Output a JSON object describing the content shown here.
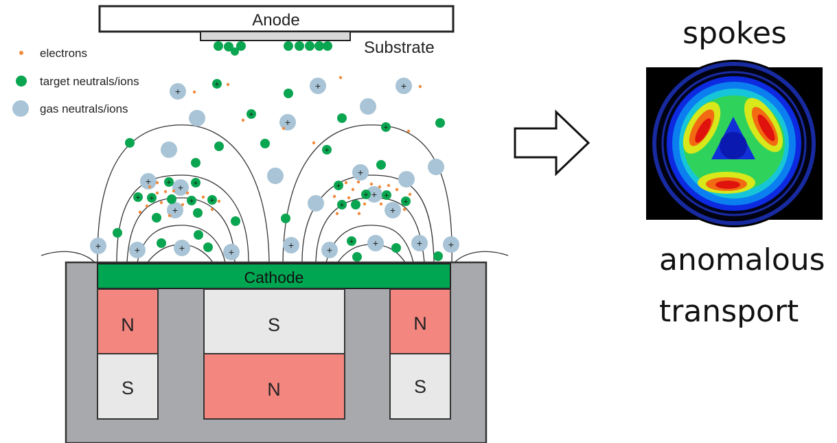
{
  "labels": {
    "anode": "Anode",
    "substrate": "Substrate",
    "cathode": "Cathode",
    "magnet_outer_left_top": "N",
    "magnet_outer_left_bottom": "S",
    "magnet_center_top": "S",
    "magnet_center_bottom": "N",
    "magnet_outer_right_top": "N",
    "magnet_outer_right_bottom": "S",
    "ion_sign": "+"
  },
  "legend": [
    {
      "key": "electrons",
      "label": "electrons",
      "color": "#f08a3c"
    },
    {
      "key": "target",
      "label": "target neutrals/ions",
      "color": "#0aa550"
    },
    {
      "key": "gas",
      "label": "gas neutrals/ions",
      "color": "#a8c4d6"
    }
  ],
  "right_panel": {
    "title": "spokes",
    "caption_line1": "anomalous",
    "caption_line2": "transport"
  },
  "colors": {
    "cathode": "#00a651",
    "magnet_n": "#f48680",
    "magnet_s": "#e8e8e8",
    "yoke": "#a7a9ac",
    "substrate": "#d8d8d8"
  }
}
